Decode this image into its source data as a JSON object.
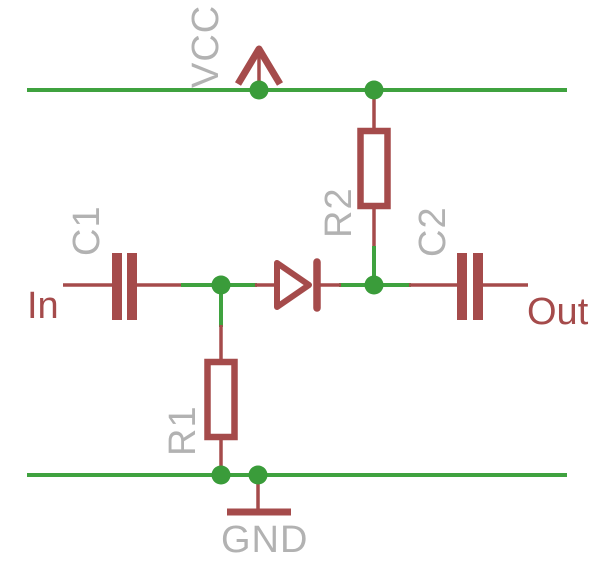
{
  "diagram_type": "circuit-schematic",
  "labels": {
    "vcc": "VCC",
    "gnd": "GND",
    "input": "In",
    "output": "Out",
    "c1": "C1",
    "c2": "C2",
    "r1": "R1",
    "r2": "R2"
  },
  "colors": {
    "background": "#ffffff",
    "net_wire": "#3fa23f",
    "junction_dot": "#3a9c3a",
    "component": "#a54b4b",
    "reference_text": "#b2b2b2",
    "port_text": "#a54b4b"
  },
  "circuit": {
    "components": [
      {
        "ref": "C1",
        "type": "capacitor",
        "between": [
          "In",
          "signal-node-A"
        ]
      },
      {
        "ref": "R1",
        "type": "resistor",
        "between": [
          "signal-node-A",
          "GND"
        ]
      },
      {
        "ref": "",
        "type": "diode",
        "between": [
          "signal-node-A (anode)",
          "signal-node-B (cathode)"
        ]
      },
      {
        "ref": "R2",
        "type": "resistor",
        "between": [
          "VCC",
          "signal-node-B"
        ]
      },
      {
        "ref": "C2",
        "type": "capacitor",
        "between": [
          "signal-node-B",
          "Out"
        ]
      }
    ],
    "rails": [
      {
        "name": "VCC",
        "position": "top horizontal rail with up-arrow power symbol"
      },
      {
        "name": "GND",
        "position": "bottom horizontal rail with ground bar symbol"
      }
    ]
  }
}
